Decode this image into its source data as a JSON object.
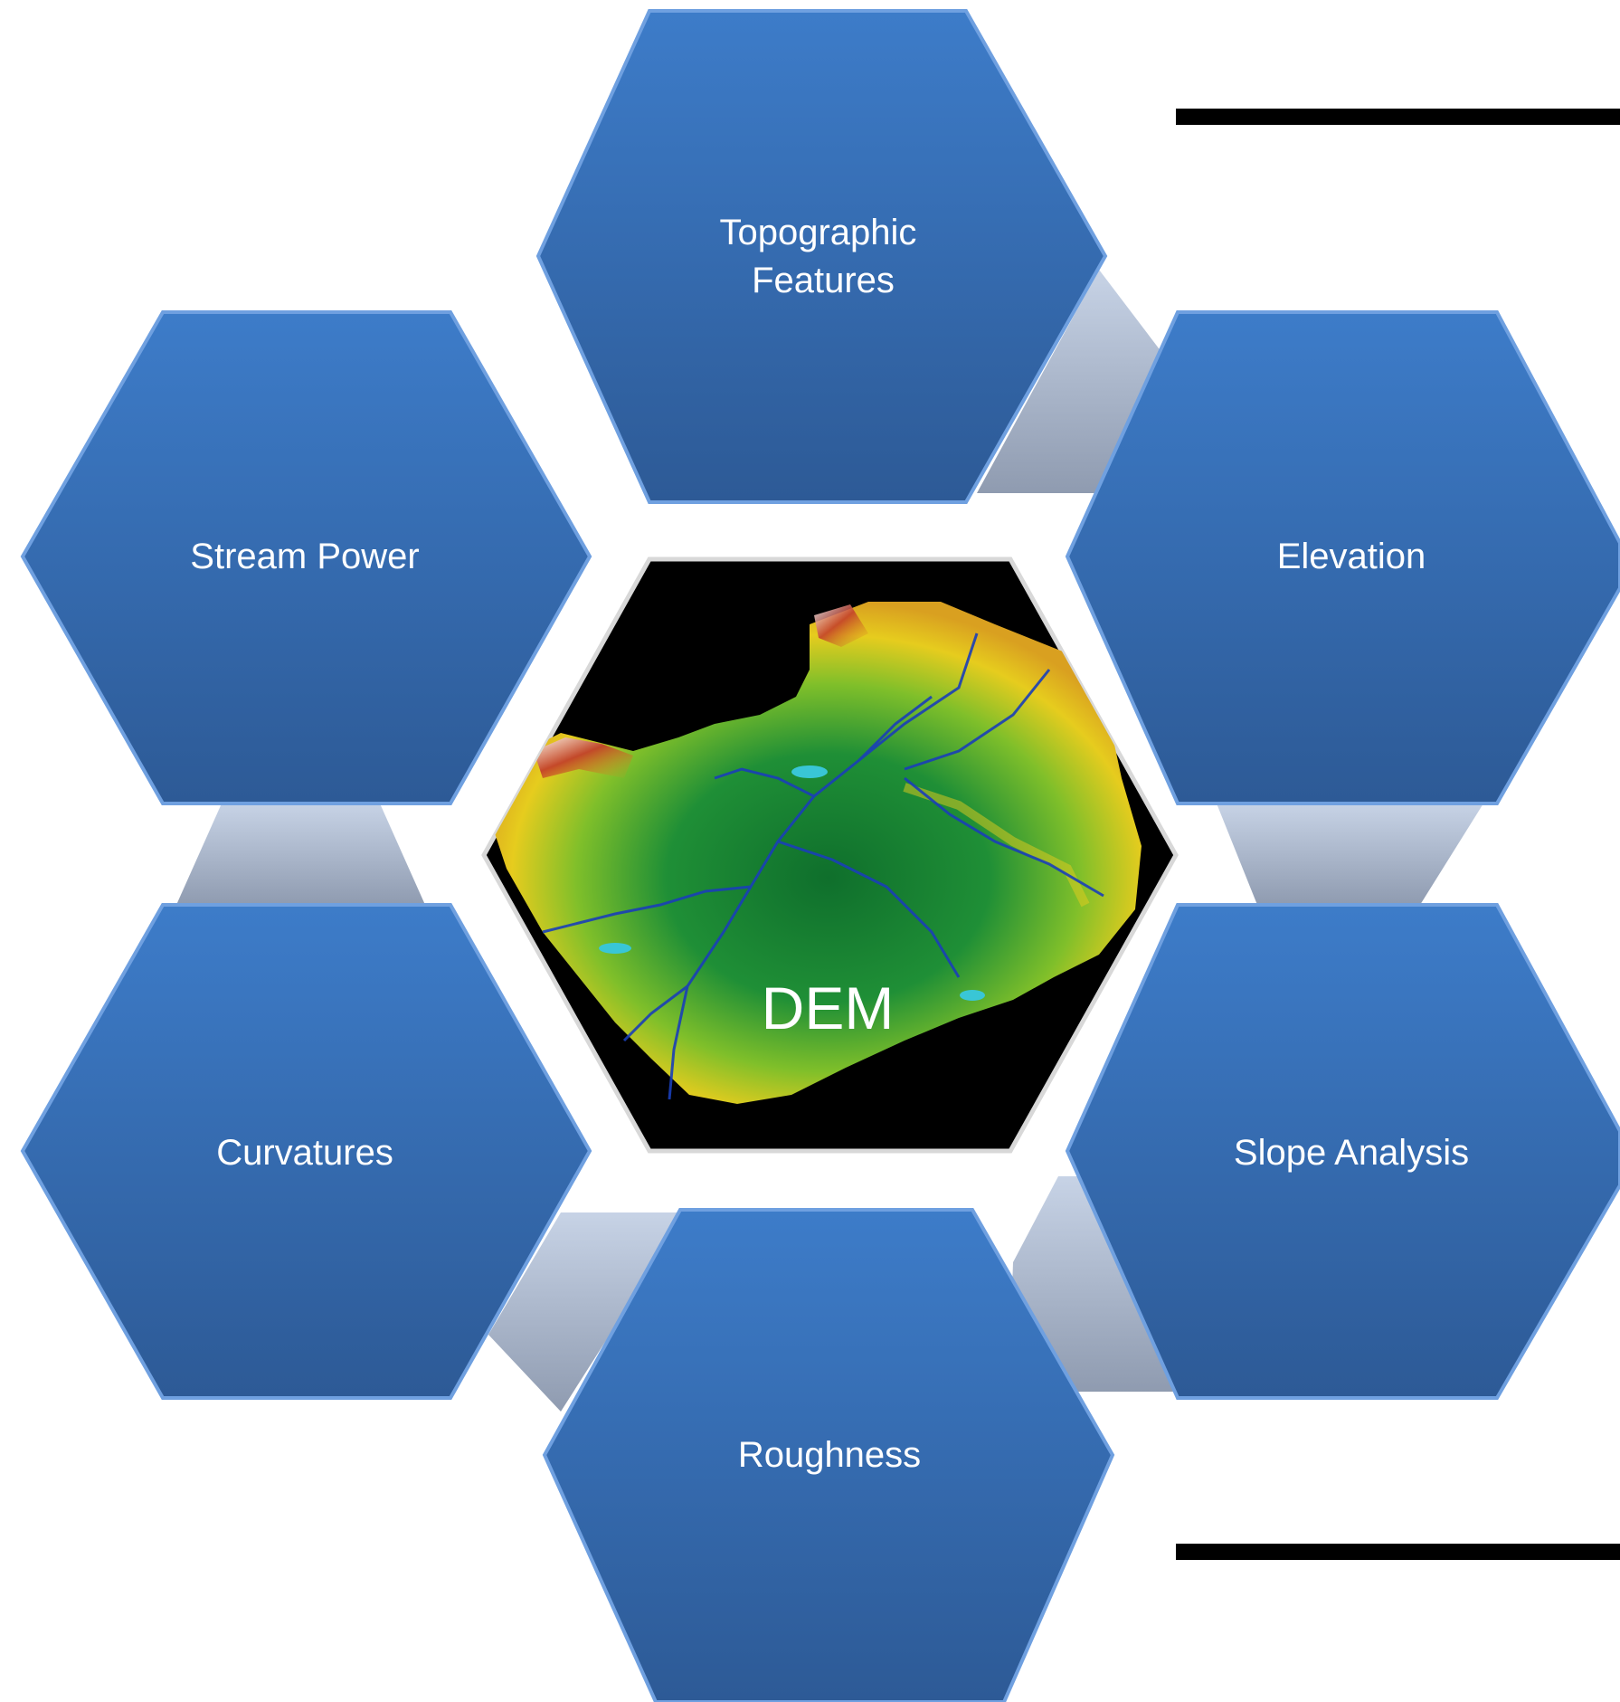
{
  "center": {
    "label": "DEM"
  },
  "nodes": [
    {
      "id": "topographic",
      "lines": [
        "Topographic",
        "Features"
      ]
    },
    {
      "id": "elevation",
      "lines": [
        "Elevation"
      ]
    },
    {
      "id": "slope",
      "lines": [
        "Slope Analysis"
      ]
    },
    {
      "id": "roughness",
      "lines": [
        "Roughness"
      ]
    },
    {
      "id": "curvatures",
      "lines": [
        "Curvatures"
      ]
    },
    {
      "id": "stream-power",
      "lines": [
        "Stream Power"
      ]
    }
  ],
  "colors": {
    "hex_top": "#3d7cc9",
    "hex_bottom": "#2d5a96",
    "hex_edge": "#6fa0e0",
    "connector_top": "#c7d3e6",
    "connector_bottom": "#8f9bb0",
    "rule": "#000000",
    "dem_background": "#000000"
  }
}
